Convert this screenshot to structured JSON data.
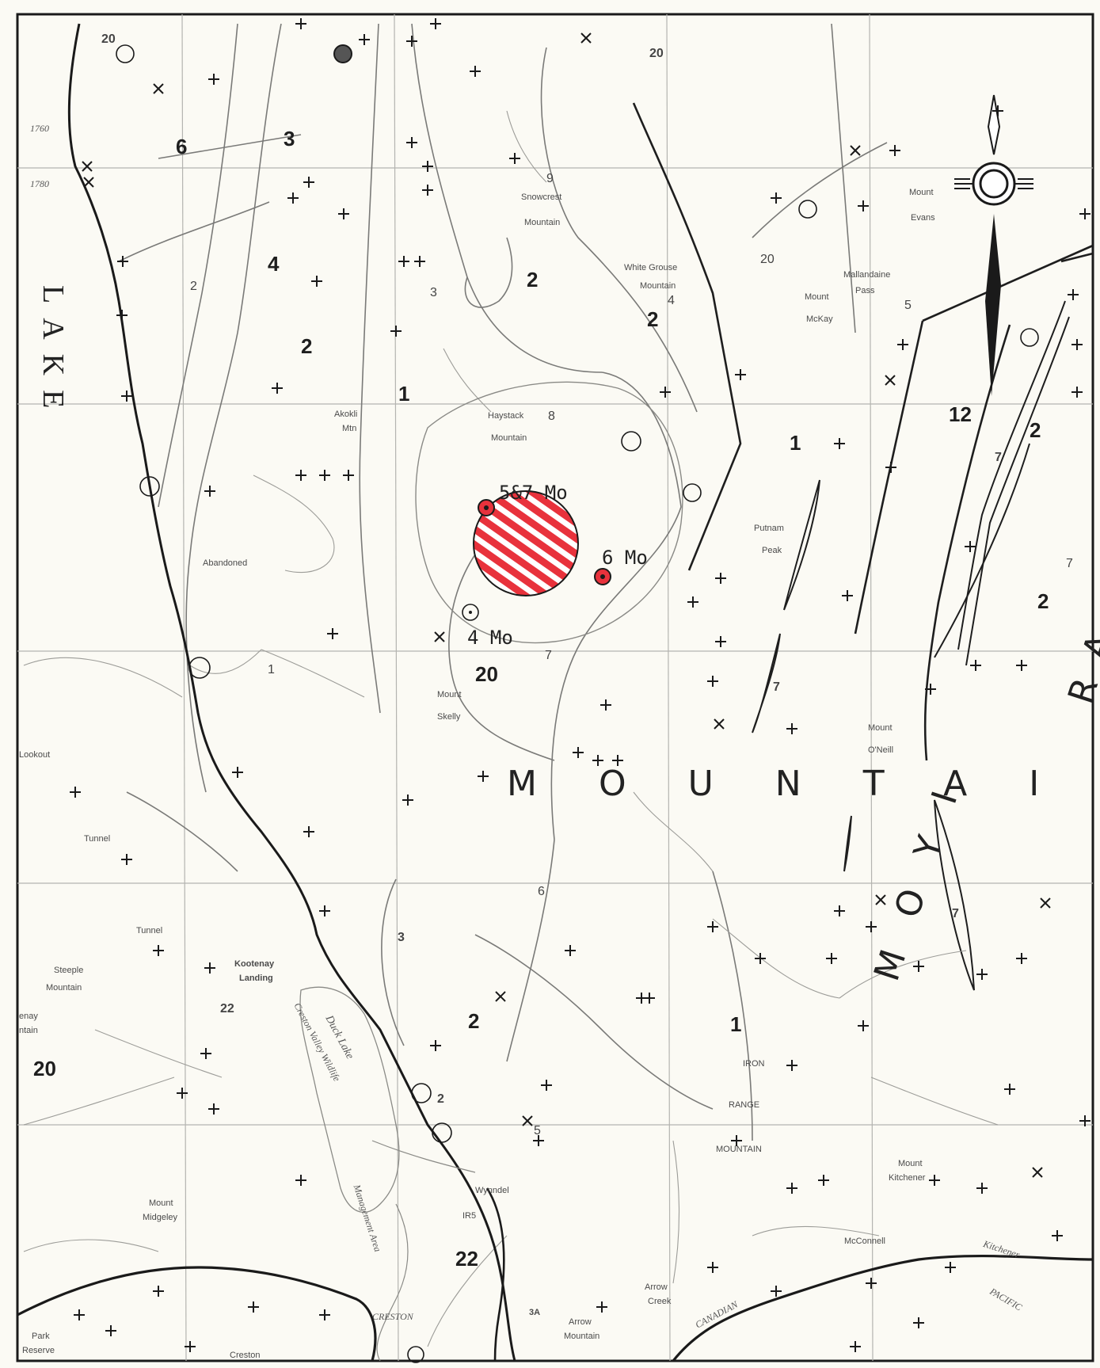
{
  "lake_text": "LAKE",
  "mountain_text": "MOUNTAI",
  "moyie_text": "MOYI",
  "range_text": "RA",
  "mo_labels": {
    "a": "5&7 Mo",
    "b": "6 Mo",
    "c": "4 Mo"
  },
  "units": {
    "u6": "6",
    "u3a": "3",
    "u4": "4",
    "u2a": "2",
    "u2b": "2",
    "u1a": "1",
    "u2c": "2",
    "u2d": "2",
    "u1b": "1",
    "u12": "12",
    "u2e": "2",
    "u20a": "20",
    "u3b": "3",
    "u2f": "2",
    "u22a": "22",
    "u20b": "20",
    "u1c": "1",
    "u22b": "22",
    "u2g": "2",
    "u7a": "7",
    "u7b": "7",
    "u9": "9",
    "u8": "8",
    "u5a": "5",
    "u4b": "4",
    "u3c": "3",
    "u20c": "20",
    "u20d": "20",
    "u1d": "1",
    "u6b": "6",
    "u5b": "5",
    "u7c": "7",
    "u7d": "7",
    "u20e": "20",
    "u7e": "7",
    "u2h": "2"
  },
  "places": {
    "snowcrest": "Snowcrest",
    "snowcrest2": "Mountain",
    "white_grouse": "White Grouse",
    "white_grouse2": "Mountain",
    "mount_evans": "Mount",
    "mount_evans2": "Evans",
    "mallandaine": "Mallandaine",
    "mallandaine2": "Pass",
    "mount_mckay": "Mount",
    "mount_mckay2": "McKay",
    "akokli": "Akokli",
    "akokli2": "Mtn",
    "haystack": "Haystack",
    "haystack2": "Mountain",
    "putnam": "Putnam",
    "putnam2": "Peak",
    "abandoned": "Abandoned",
    "mount_skelly": "Mount",
    "mount_skelly2": "Skelly",
    "mount_oneill": "Mount",
    "mount_oneill2": "O'Neill",
    "lookout": "Lookout",
    "tunnel": "Tunnel",
    "tunnel2": "Tunnel",
    "steeple": "Steeple",
    "steeple2": "Mountain",
    "kootenay": "Kootenay",
    "kootenay2": "Landing",
    "duck_lake": "Duck Lake",
    "creston_valley": "Creston Valley Wildlife",
    "management": "Management Area",
    "iron": "IRON",
    "range": "RANGE",
    "mountain": "MOUNTAIN",
    "mount_kitchener": "Mount",
    "mount_kitchener2": "Kitchener",
    "wynndel": "Wynndel",
    "mount_midgeley": "Mount",
    "mount_midgeley2": "Midgeley",
    "creston": "Creston",
    "creston2": "CRESTON",
    "arrow_creek": "Arrow",
    "arrow_creek2": "Creek",
    "arrow_mtn": "Arrow",
    "arrow_mtn2": "Mountain",
    "mcconnell": "McConnell",
    "park_reserve": "Park",
    "park_reserve2": "Reserve",
    "canadian": "CANADIAN",
    "pacific": "PACIFIC",
    "kitchener_ck": "Kitchener",
    "enay": "enay",
    "ntain": "ntain",
    "elev_1760": "1760",
    "elev_1780": "1780",
    "highway": "3A",
    "ir5": "IR5"
  },
  "colors": {
    "highlight": "#e8323c",
    "ink": "#222222",
    "paper": "#fbfaf4"
  }
}
